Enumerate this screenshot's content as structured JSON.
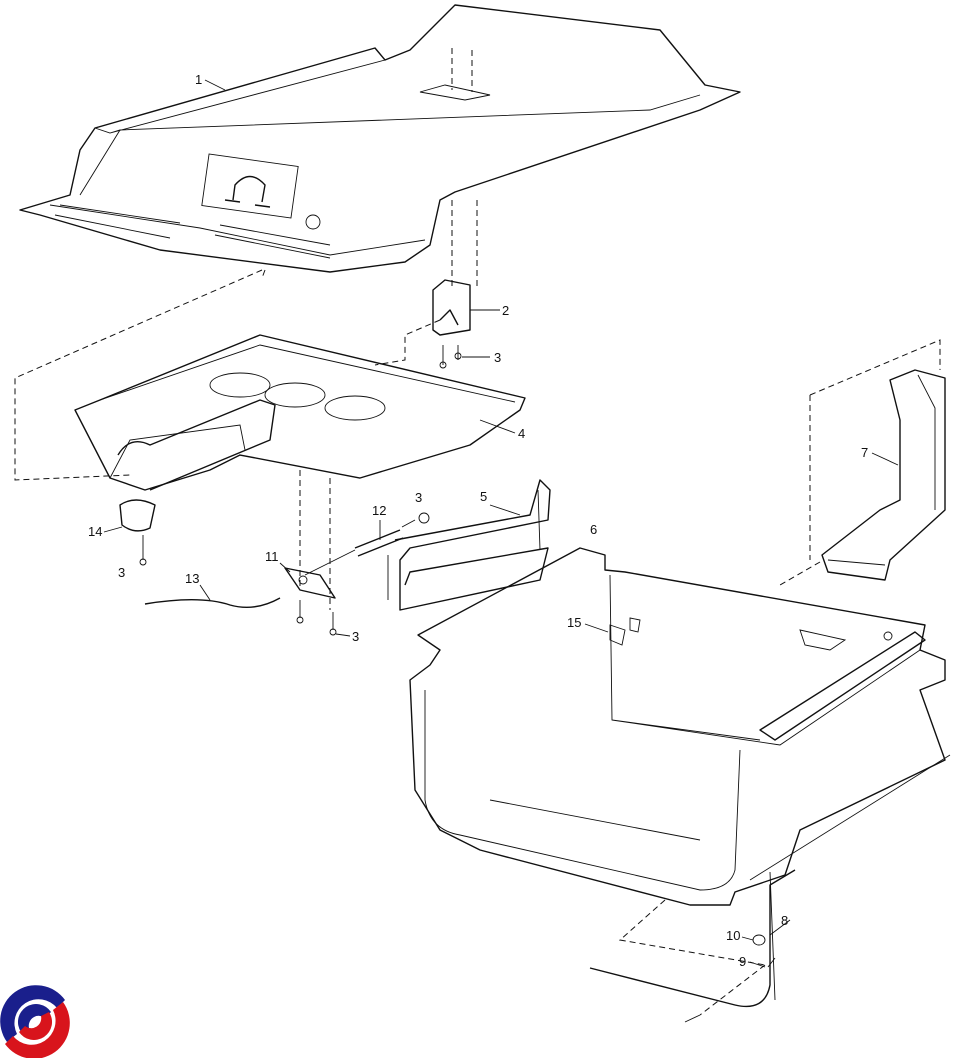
{
  "diagram": {
    "type": "exploded parts diagram",
    "callouts": [
      {
        "id": "callout-1",
        "label": "1"
      },
      {
        "id": "callout-2",
        "label": "2"
      },
      {
        "id": "callout-3a",
        "label": "3"
      },
      {
        "id": "callout-4",
        "label": "4"
      },
      {
        "id": "callout-3b",
        "label": "3"
      },
      {
        "id": "callout-5",
        "label": "5"
      },
      {
        "id": "callout-12",
        "label": "12"
      },
      {
        "id": "callout-7",
        "label": "7"
      },
      {
        "id": "callout-14",
        "label": "14"
      },
      {
        "id": "callout-3c",
        "label": "3"
      },
      {
        "id": "callout-11",
        "label": "11"
      },
      {
        "id": "callout-13",
        "label": "13"
      },
      {
        "id": "callout-6",
        "label": "6"
      },
      {
        "id": "callout-15",
        "label": "15"
      },
      {
        "id": "callout-3d",
        "label": "3"
      },
      {
        "id": "callout-10",
        "label": "10"
      },
      {
        "id": "callout-8",
        "label": "8"
      },
      {
        "id": "callout-9",
        "label": "9"
      }
    ],
    "logo": {
      "colors": [
        "#1a1f8c",
        "#d8141c"
      ]
    }
  }
}
